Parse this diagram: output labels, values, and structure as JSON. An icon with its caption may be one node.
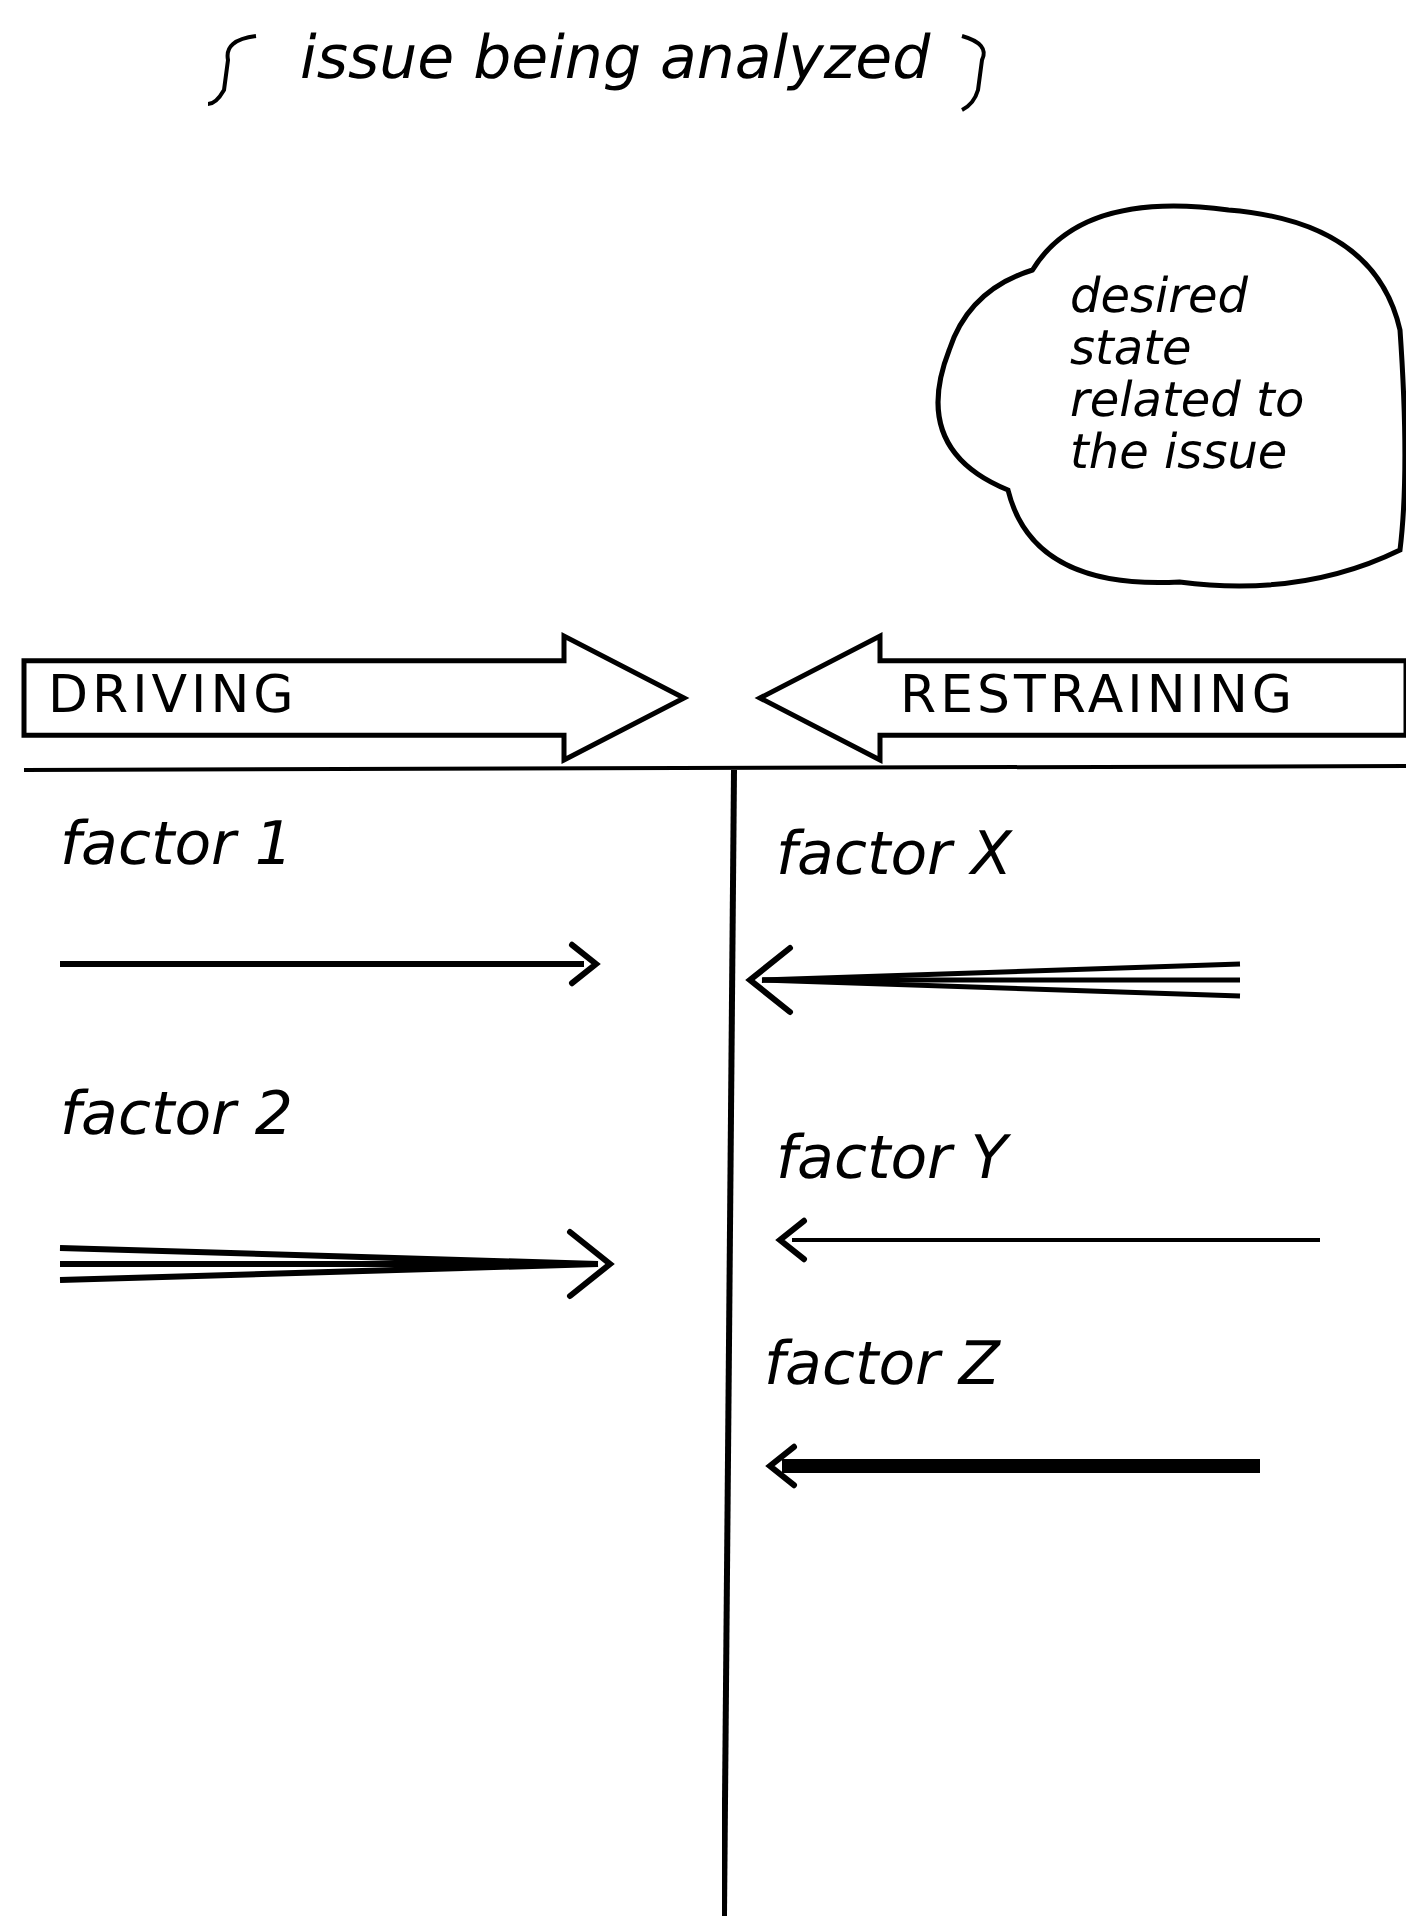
{
  "diagram": {
    "title": "issue being analyzed",
    "nodes": [
      {
        "text": [
          "desired state related to the issue"
        ]
      },
      {
        "text": [
          "DRIVING"
        ]
      },
      {
        "text": [
          "RESTRAINING"
        ]
      }
    ],
    "labels": [
      "factor 1",
      "factor 2",
      "factor X",
      "factor Y",
      "factor Z"
    ]
  }
}
